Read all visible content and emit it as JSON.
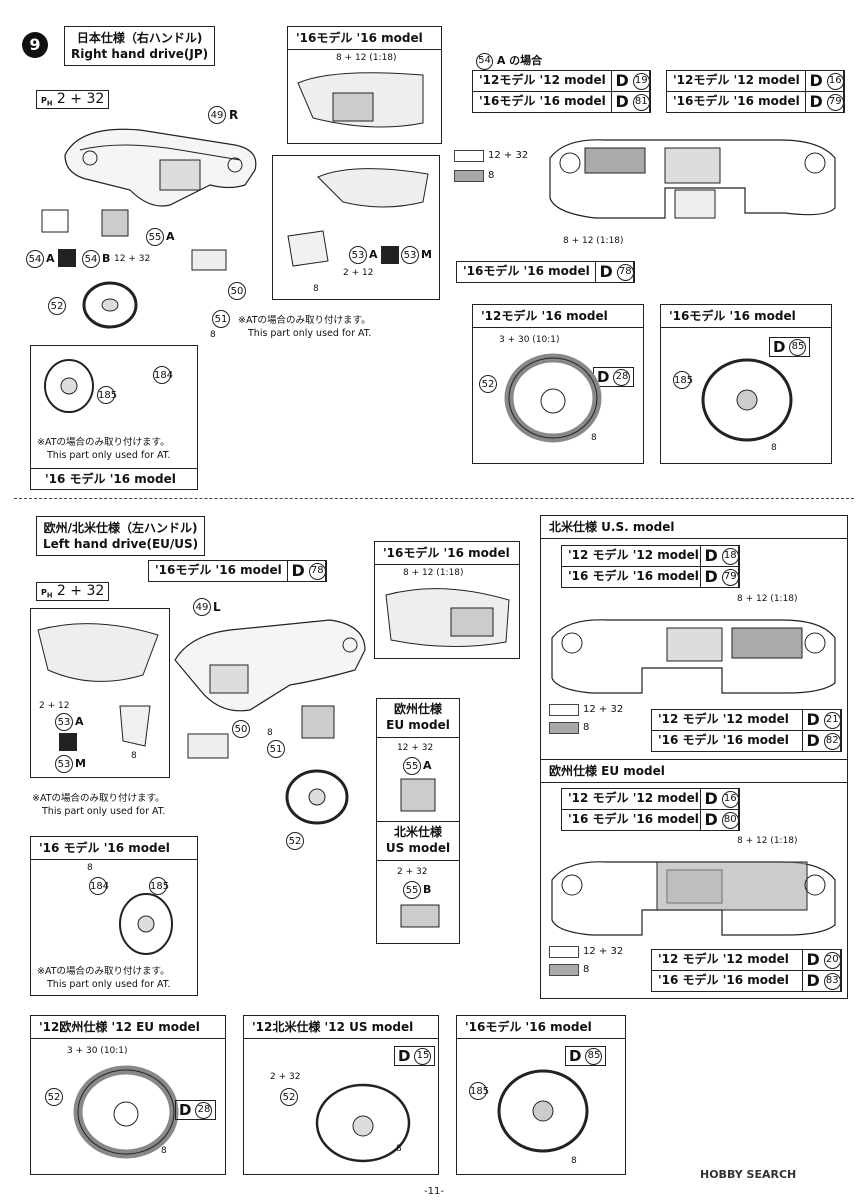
{
  "step": "9",
  "top": {
    "title_jp": "日本仕様（右ハンドル)",
    "title_en": "Right hand drive(JP)",
    "parts_count": "2 + 32",
    "model16_box_title": "'16モデル '16 model",
    "model16_box_paint": "8 + 12 (1:18)",
    "part_49": "49",
    "part_49_suffix": "R",
    "part_54": "54",
    "part_54a": "A",
    "part_54b": "B",
    "part_54b_paint": "12 + 32",
    "part_55": "55",
    "part_55_suffix": "A",
    "part_53": "53",
    "part_53a": "A",
    "part_53m": "M",
    "part_53_paint": "2 + 12",
    "part_53_paint2": "8",
    "part_50": "50",
    "part_51": "51",
    "part_51_paint": "8",
    "part_52": "52",
    "at_note_jp": "※ATの場合のみ取り付けます。",
    "at_note_en": "This part only used for AT.",
    "inset_note_jp": "※ATの場合のみ取り付けます。",
    "inset_note_en": "This part only used for AT.",
    "inset_title": "'16 モデル '16 model",
    "part_184": "184",
    "part_185": "185",
    "right_54_label": "A の場合",
    "decals": [
      {
        "label": "'12モデル '12 model",
        "d": "D",
        "num": "19"
      },
      {
        "label": "'16モデル '16 model",
        "d": "D",
        "num": "81"
      },
      {
        "label": "'12モデル '12 model",
        "d": "D",
        "num": "16"
      },
      {
        "label": "'16モデル '16 model",
        "d": "D",
        "num": "79"
      }
    ],
    "legend_white": "12 + 32",
    "legend_gray": "8",
    "dash_paint": "8 + 12 (1:18)",
    "decal_78_label": "'16モデル '16 model",
    "decal_78_d": "D",
    "decal_78_num": "78",
    "wheel12_title": "'12モデル '16 model",
    "wheel12_paint": "3 + 30 (10:1)",
    "wheel12_d": "D",
    "wheel12_num": "28",
    "wheel12_part": "52",
    "wheel12_paint2": "8",
    "wheel16_title": "'16モデル '16 model",
    "wheel16_d": "D",
    "wheel16_num": "85",
    "wheel16_part": "185",
    "wheel16_paint": "8"
  },
  "bottom": {
    "title_jp": "欧州/北米仕様（左ハンドル)",
    "title_en": "Left hand drive(EU/US)",
    "parts_count": "2 + 32",
    "decal_78_label": "'16モデル '16 model",
    "decal_78_d": "D",
    "decal_78_num": "78",
    "model16_box_title": "'16モデル '16 model",
    "model16_box_paint": "8 + 12 (1:18)",
    "part_49": "49",
    "part_49_suffix": "L",
    "part_53_paint": "2 + 12",
    "part_53": "53",
    "part_53a": "A",
    "part_53m": "M",
    "part_53_paint2": "8",
    "part_50": "50",
    "part_51": "51",
    "part_51_paint": "8",
    "part_52": "52",
    "at_note_jp": "※ATの場合のみ取り付けます。",
    "at_note_en": "This part only used for AT.",
    "inset_title": "'16 モデル '16 model",
    "inset_paint": "8",
    "part_184": "184",
    "part_185": "185",
    "inset_note_jp": "※ATの場合のみ取り付けます。",
    "inset_note_en": "This part only used for AT.",
    "eu_title_jp": "欧州仕様",
    "eu_title_en": "EU model",
    "eu_paint": "12 + 32",
    "eu_part": "55",
    "eu_part_suffix": "A",
    "us_title_jp": "北米仕様",
    "us_title_en": "US model",
    "us_paint": "2 + 32",
    "us_part": "55",
    "us_part_suffix": "B",
    "us_model_title": "北米仕様 U.S. model",
    "us_decals_top": [
      {
        "label": "'12 モデル '12 model",
        "d": "D",
        "num": "18"
      },
      {
        "label": "'16 モデル '16 model",
        "d": "D",
        "num": "79"
      }
    ],
    "us_dash_paint": "8 + 12 (1:18)",
    "us_legend_white": "12 + 32",
    "us_legend_gray": "8",
    "us_decals_bottom": [
      {
        "label": "'12 モデル '12 model",
        "d": "D",
        "num": "21"
      },
      {
        "label": "'16 モデル '16 model",
        "d": "D",
        "num": "82"
      }
    ],
    "eu_model_title": "欧州仕様 EU model",
    "eu_decals_top": [
      {
        "label": "'12 モデル '12 model",
        "d": "D",
        "num": "16"
      },
      {
        "label": "'16 モデル '16 model",
        "d": "D",
        "num": "80"
      }
    ],
    "eu_dash_paint": "8 + 12 (1:18)",
    "eu_legend_white": "12 + 32",
    "eu_legend_gray": "8",
    "eu_decals_bottom": [
      {
        "label": "'12 モデル '12 model",
        "d": "D",
        "num": "20"
      },
      {
        "label": "'16 モデル '16 model",
        "d": "D",
        "num": "83"
      }
    ],
    "w1_title": "'12欧州仕様 '12 EU model",
    "w1_paint": "3 + 30 (10:1)",
    "w1_part": "52",
    "w1_d": "D",
    "w1_num": "28",
    "w1_paint2": "8",
    "w2_title": "'12北米仕様 '12 US model",
    "w2_paint": "2 + 32",
    "w2_part": "52",
    "w2_d": "D",
    "w2_num": "15",
    "w2_paint2": "8",
    "w3_title": "'16モデル '16 model",
    "w3_part": "185",
    "w3_d": "D",
    "w3_num": "85",
    "w3_paint": "8"
  },
  "footer": "-11-",
  "watermark": "HOBBY SEARCH"
}
